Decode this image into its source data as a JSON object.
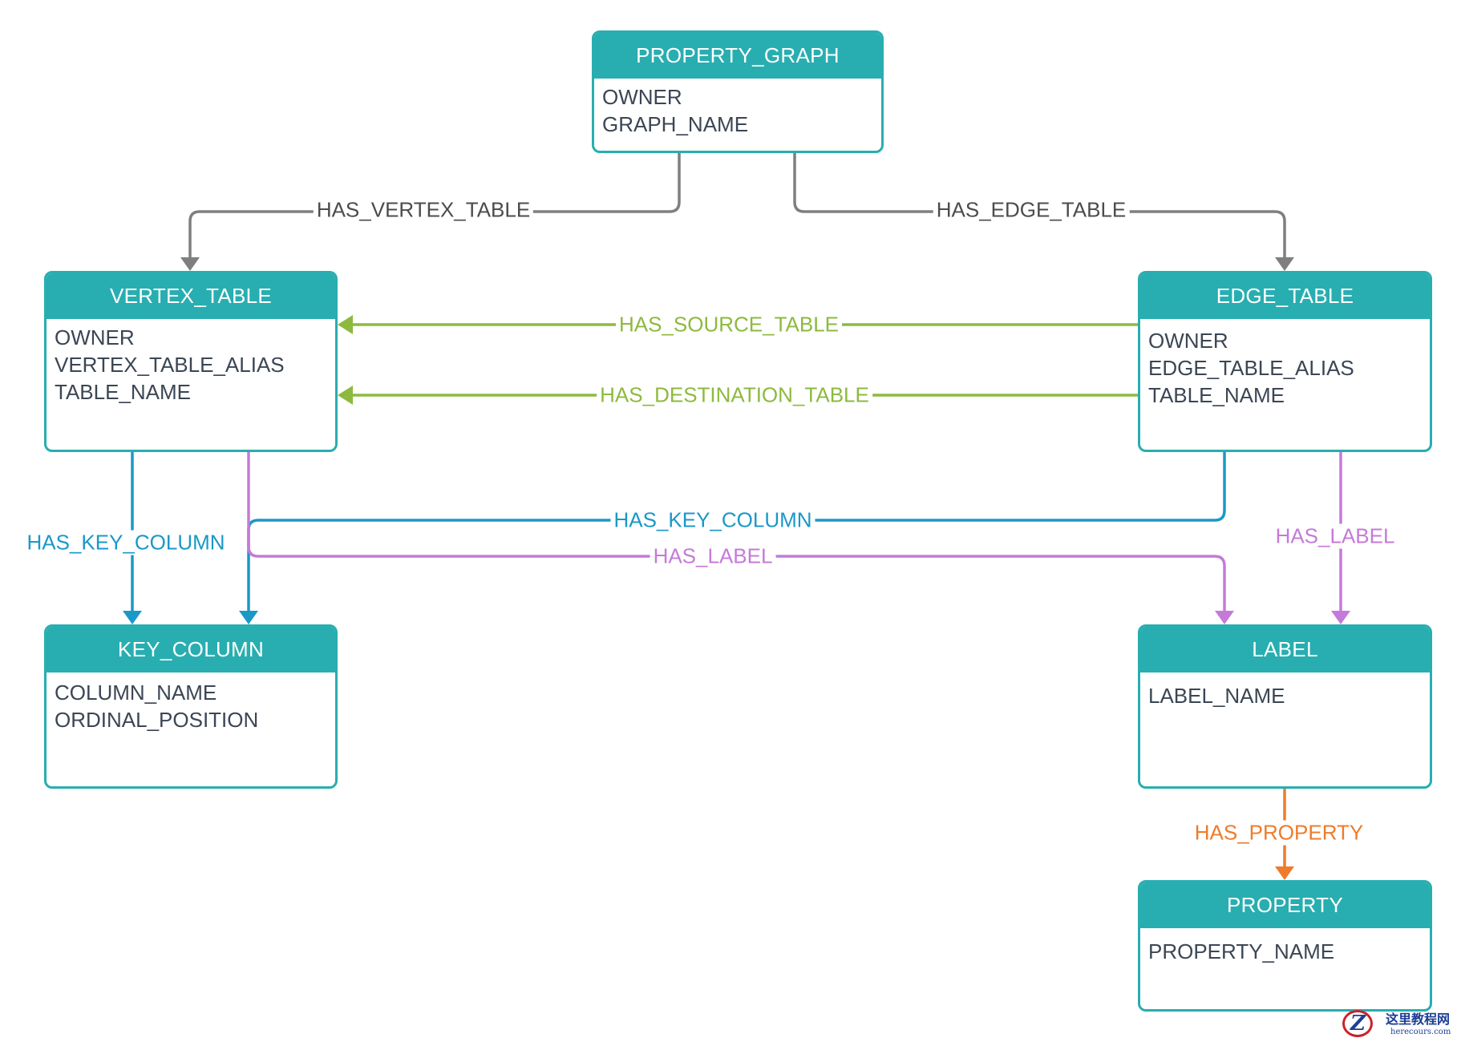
{
  "colors": {
    "entity": "#28aeb0",
    "gray": "#7f7f7f",
    "green": "#8dba3e",
    "blue": "#1a98c8",
    "purple": "#c57ad9",
    "orange": "#ee7b2b"
  },
  "entities": {
    "property_graph": {
      "title": "PROPERTY_GRAPH",
      "fields": [
        "OWNER",
        "GRAPH_NAME"
      ]
    },
    "vertex_table": {
      "title": "VERTEX_TABLE",
      "fields": [
        "OWNER",
        "VERTEX_TABLE_ALIAS",
        "TABLE_NAME"
      ]
    },
    "edge_table": {
      "title": "EDGE_TABLE",
      "fields": [
        "OWNER",
        "EDGE_TABLE_ALIAS",
        "TABLE_NAME"
      ]
    },
    "key_column": {
      "title": "KEY_COLUMN",
      "fields": [
        "COLUMN_NAME",
        "ORDINAL_POSITION"
      ]
    },
    "label": {
      "title": "LABEL",
      "fields": [
        "LABEL_NAME"
      ]
    },
    "property": {
      "title": "PROPERTY",
      "fields": [
        "PROPERTY_NAME"
      ]
    }
  },
  "relationships": {
    "has_vertex_table": "HAS_VERTEX_TABLE",
    "has_edge_table": "HAS_EDGE_TABLE",
    "has_source_table": "HAS_SOURCE_TABLE",
    "has_destination_table": "HAS_DESTINATION_TABLE",
    "has_key_column_vertex": "HAS_KEY_COLUMN",
    "has_key_column_edge": "HAS_KEY_COLUMN",
    "has_label_vertex": "HAS_LABEL",
    "has_label_edge": "HAS_LABEL",
    "has_property": "HAS_PROPERTY"
  },
  "watermark": {
    "logo_letter": "Z",
    "text_cn": "这里教程网",
    "text_url": "herecours.com"
  }
}
